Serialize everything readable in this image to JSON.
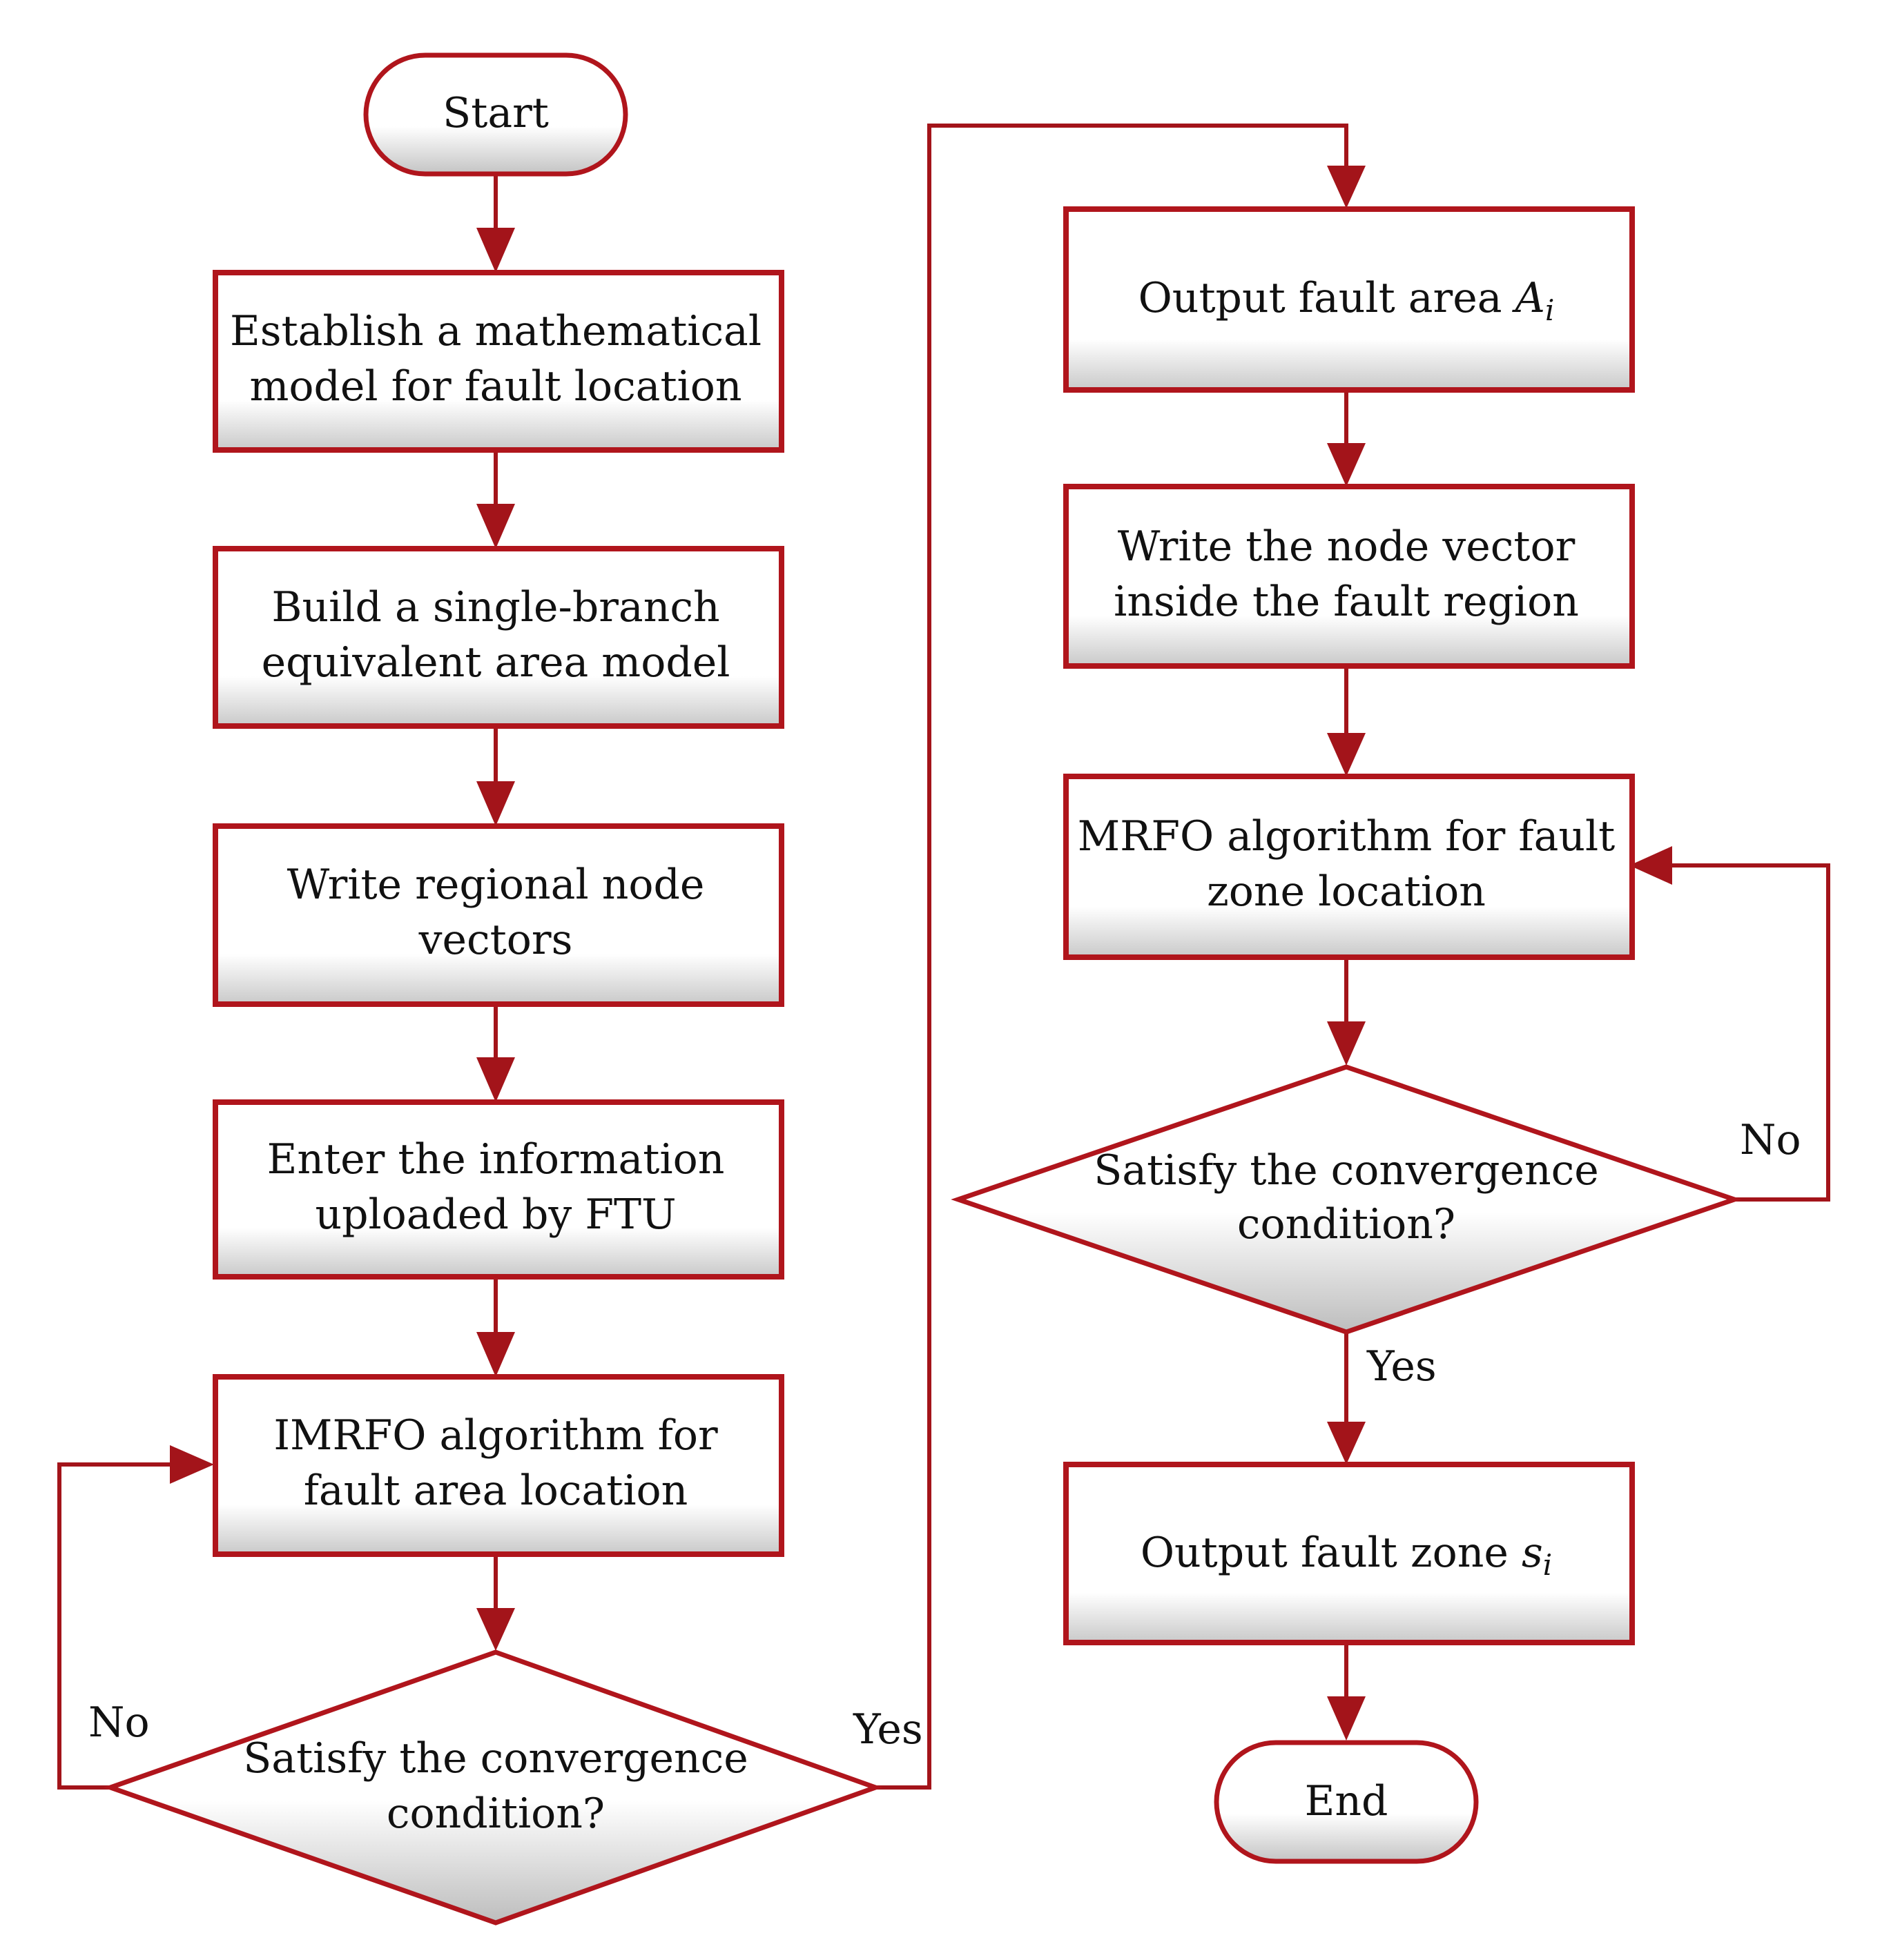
{
  "colors": {
    "border": "#b0151c",
    "border_dark": "#7a0a0f",
    "fill": "#ffffff",
    "shade": "#cfcfcf",
    "text": "#111111"
  },
  "nodes": {
    "start": "Start",
    "establish_model": [
      "Establish a mathematical",
      "model for fault location"
    ],
    "build_single_branch": [
      "Build a single-branch",
      "equivalent area model"
    ],
    "write_regional_vectors": [
      "Write regional node",
      "vectors"
    ],
    "enter_ftu_info": [
      "Enter the information",
      "uploaded by FTU"
    ],
    "imrfo_area_location": [
      "IMRFO algorithm for",
      "fault area location"
    ],
    "convergence_check_1": [
      "Satisfy the convergence",
      "condition?"
    ],
    "output_fault_area": {
      "text": "Output fault area ",
      "symbol": "A",
      "subscript": "i"
    },
    "write_node_vector_region": [
      "Write the node vector",
      "inside the fault region"
    ],
    "mrfo_zone_location": [
      "MRFO algorithm for fault",
      "zone location"
    ],
    "convergence_check_2": [
      "Satisfy the convergence",
      "condition?"
    ],
    "output_fault_zone": {
      "text": "Output fault zone ",
      "symbol": "s",
      "subscript": "i"
    },
    "end": "End"
  },
  "edge_labels": {
    "no_1": "No",
    "yes_1": "Yes",
    "no_2": "No",
    "yes_2": "Yes"
  }
}
